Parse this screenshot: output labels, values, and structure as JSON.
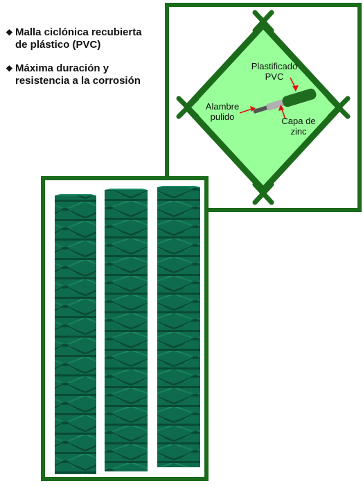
{
  "features": [
    {
      "marker": "❖",
      "text": "Malla ciclónica recubierta\nde plástico (PVC)"
    },
    {
      "marker": "❖",
      "text": "Máxima duración y\nresistencia a la corrosión"
    }
  ],
  "diagram": {
    "labels": {
      "pvc": "Plastificado\nPVC",
      "wire": "Alambre\npulido",
      "zinc": "Capa de\nzinc"
    }
  },
  "colors": {
    "frame": "#1b6b1b",
    "diamond_fill": "#99ff99",
    "mesh": "#0f6b4d",
    "arrow": "#e01010"
  }
}
